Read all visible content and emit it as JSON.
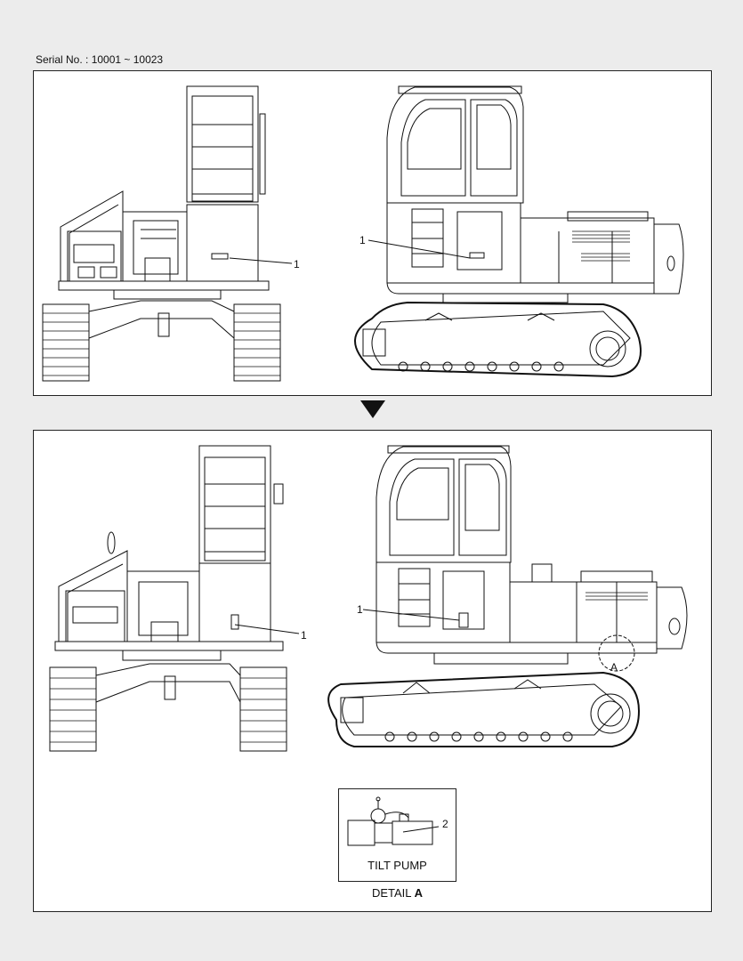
{
  "header": {
    "serial": "Serial No. : 10001 ~ 10023"
  },
  "top": {
    "callout_rear": "1",
    "callout_side": "1"
  },
  "bottom": {
    "callout_rear": "1",
    "callout_side": "1",
    "detail_marker": "A",
    "detail": {
      "callout": "2",
      "title": "TILT PUMP",
      "caption_prefix": "DETAIL ",
      "caption_letter": "A"
    }
  },
  "icons": {
    "transition": "down-triangle-icon"
  }
}
